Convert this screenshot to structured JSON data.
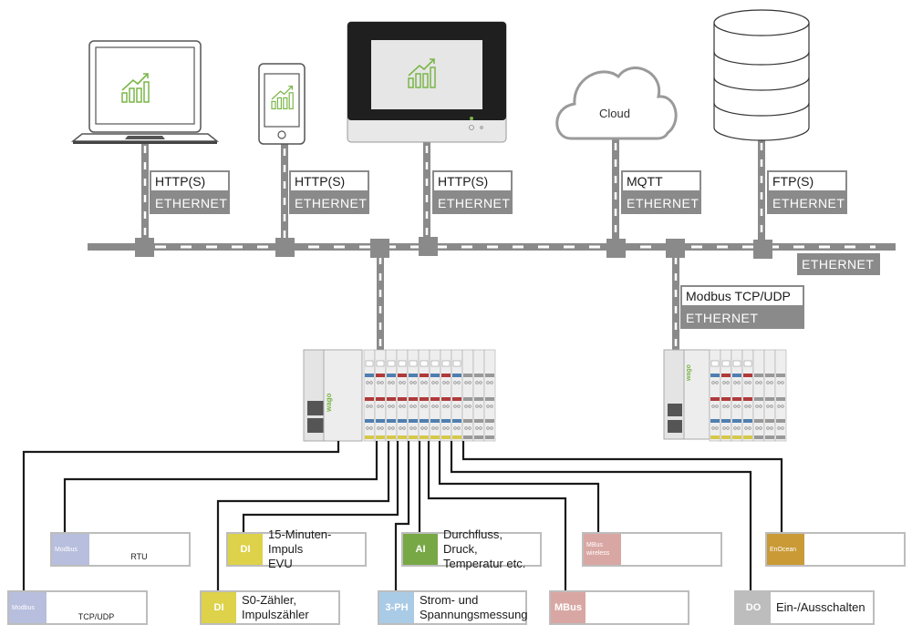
{
  "title": "Network topology: controller with Ethernet and field-bus connections",
  "colors": {
    "bus_gray": "#8a8a8a",
    "chart_green": "#7ab648",
    "wire_black": "#1a1a1a",
    "modbus_tag": "#b8bedd",
    "di_tag": "#ddd24a",
    "ai_tag": "#78a845",
    "three_ph_tag": "#aacbe6",
    "mbus_tag": "#d9a7a3",
    "enocean_tag": "#c99a36",
    "do_tag": "#bdbdbd"
  },
  "devices": [
    {
      "name": "Laptop",
      "icon": "laptop-icon",
      "protocol": "HTTP(S)",
      "medium": "ETHERNET"
    },
    {
      "name": "Smartphone",
      "icon": "smartphone-icon",
      "protocol": "HTTP(S)",
      "medium": "ETHERNET"
    },
    {
      "name": "Touch panel",
      "icon": "touch-panel-icon",
      "protocol": "HTTP(S)",
      "medium": "ETHERNET"
    },
    {
      "name": "Cloud",
      "icon": "cloud-icon",
      "label": "Cloud",
      "protocol": "MQTT",
      "medium": "ETHERNET"
    },
    {
      "name": "Database",
      "icon": "database-icon",
      "protocol": "FTP(S)",
      "medium": "ETHERNET"
    }
  ],
  "backbone": {
    "label": "ETHERNET"
  },
  "remote_io": {
    "protocol": "Modbus TCP/UDP",
    "medium": "ETHERNET"
  },
  "controller_brand": "wago",
  "field_connections": [
    {
      "tag": "Modbus",
      "title": "Modbus",
      "subtitle": "RTU",
      "type": "logo"
    },
    {
      "tag": "Modbus",
      "title": "Modbus",
      "subtitle": "TCP/UDP",
      "type": "logo"
    },
    {
      "tag": "DI",
      "line1": "15-Minuten-Impuls",
      "line2": "EVU"
    },
    {
      "tag": "DI",
      "line1": "S0-Zähler,",
      "line2": "Impulszähler"
    },
    {
      "tag": "AI",
      "line1": "Durchfluss, Druck,",
      "line2": "Temperatur etc."
    },
    {
      "tag": "3-PH",
      "line1": "Strom- und",
      "line2": "Spannungsmessung"
    },
    {
      "tag_line1": "MBus",
      "tag_line2": "wireless",
      "title": "M-Bus",
      "subtitle": "wireless",
      "type": "logo"
    },
    {
      "tag": "MBus",
      "title": "M-Bus",
      "type": "logo"
    },
    {
      "tag": "EnOcean",
      "title": "enocean",
      "type": "logo"
    },
    {
      "tag": "DO",
      "line1": "Ein-/Ausschalten"
    }
  ]
}
